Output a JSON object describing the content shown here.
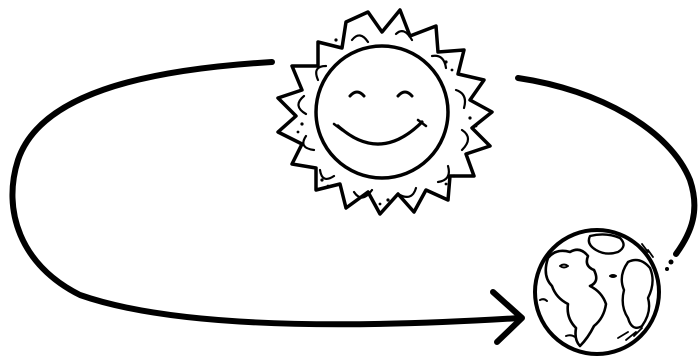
{
  "diagram": {
    "subjects": [
      {
        "name": "sun",
        "icon": "smiling-sun-icon"
      },
      {
        "name": "earth",
        "icon": "earth-globe-icon"
      }
    ],
    "relation": "orbit",
    "arrow": "orbit-arrow",
    "colors": {
      "ink": "#000000",
      "background": "#ffffff"
    },
    "labels": []
  }
}
